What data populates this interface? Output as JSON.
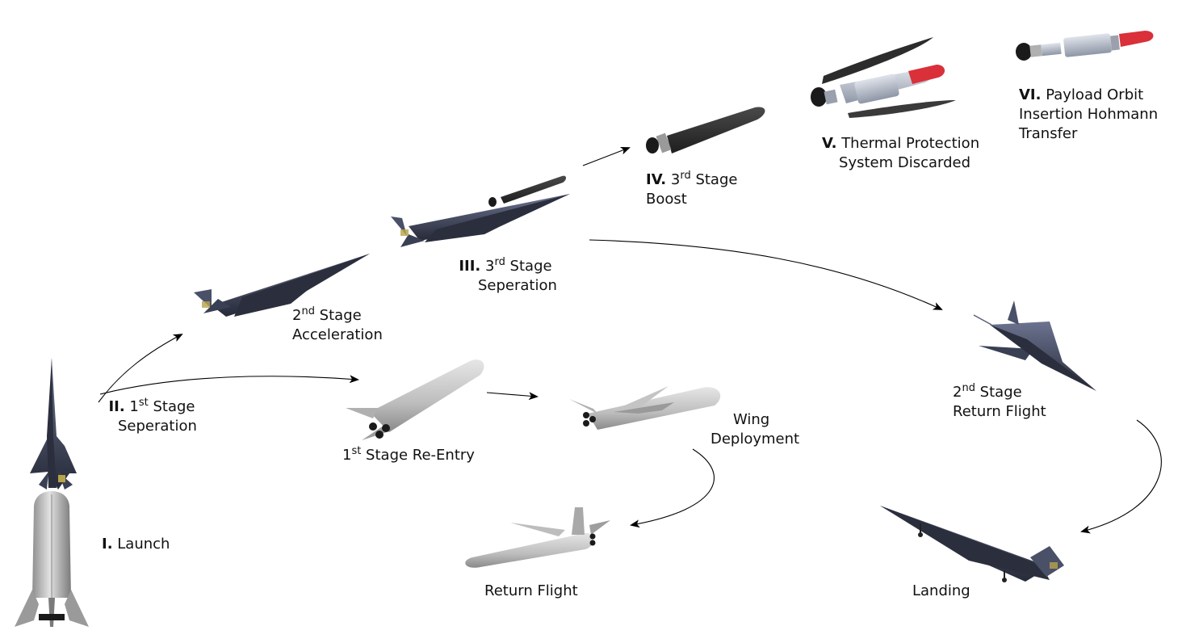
{
  "colors": {
    "booster_light": "#d6d6d6",
    "booster_mid": "#a9a9a9",
    "booster_dark": "#6e6e6e",
    "orbiter_dark": "#2b2f3d",
    "orbiter_mid": "#4a5068",
    "orbiter_light": "#7f86a0",
    "stage3_dark": "#262626",
    "stage3_mid": "#3d3d3d",
    "payload_body": "#b9c0cc",
    "payload_tip": "#d9303a",
    "nozzle": "#1a1a1a",
    "accent": "#b8a24a",
    "arrow": "#000000"
  },
  "labels": {
    "launch": {
      "numeral": "I.",
      "text": "Launch"
    },
    "stage1_sep": {
      "numeral": "II.",
      "line1_pre": "1",
      "line1_sup": "st",
      "line1_post": " Stage",
      "line2": "Seperation"
    },
    "stage2_acc": {
      "line1_pre": "2",
      "line1_sup": "nd",
      "line1_post": " Stage",
      "line2": "Acceleration"
    },
    "stage3_sep": {
      "numeral": "III.",
      "line1_pre": "3",
      "line1_sup": "rd",
      "line1_post": " Stage",
      "line2": "Seperation"
    },
    "stage3_boost": {
      "numeral": "IV.",
      "line1_pre": "3",
      "line1_sup": "rd",
      "line1_post": " Stage",
      "line2": "Boost"
    },
    "tps": {
      "numeral": "V.",
      "line1": "Thermal Protection",
      "line2": "System Discarded"
    },
    "payload": {
      "numeral": "VI.",
      "line1": "Payload Orbit",
      "line2": "Insertion Hohmann",
      "line3": "Transfer"
    },
    "reentry": {
      "pre": "1",
      "sup": "st",
      "post": " Stage Re-Entry"
    },
    "wing": {
      "line1": "Wing",
      "line2": "Deployment"
    },
    "return": {
      "text": "Return Flight"
    },
    "stage2_return": {
      "line1_pre": "2",
      "line1_sup": "nd",
      "line1_post": " Stage",
      "line2": "Return Flight"
    },
    "landing": {
      "text": "Landing"
    }
  }
}
